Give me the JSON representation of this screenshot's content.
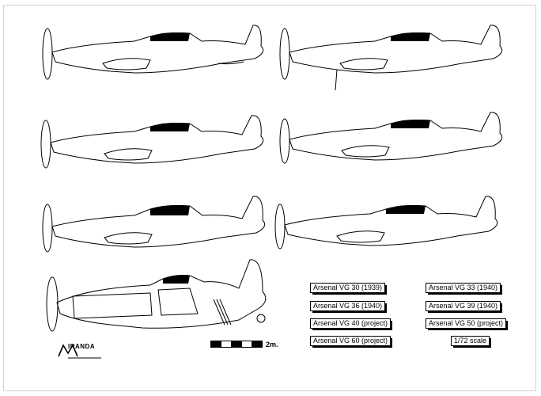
{
  "labels": {
    "vg30": "Arsenal VG 30 (1939)",
    "vg33": "Arsenal VG 33 (1940)",
    "vg36": "Arsenal VG 36 (1940)",
    "vg39": "Arsenal VG 39 (1940)",
    "vg40": "Arsenal VG 40 (project)",
    "vg50": "Arsenal VG 50 (project)",
    "vg60": "Arsenal VG 60 (project)",
    "scale": "1/72 scale"
  },
  "scale_bar": {
    "text": "2m."
  },
  "logo": {
    "text": "IRANDA"
  }
}
